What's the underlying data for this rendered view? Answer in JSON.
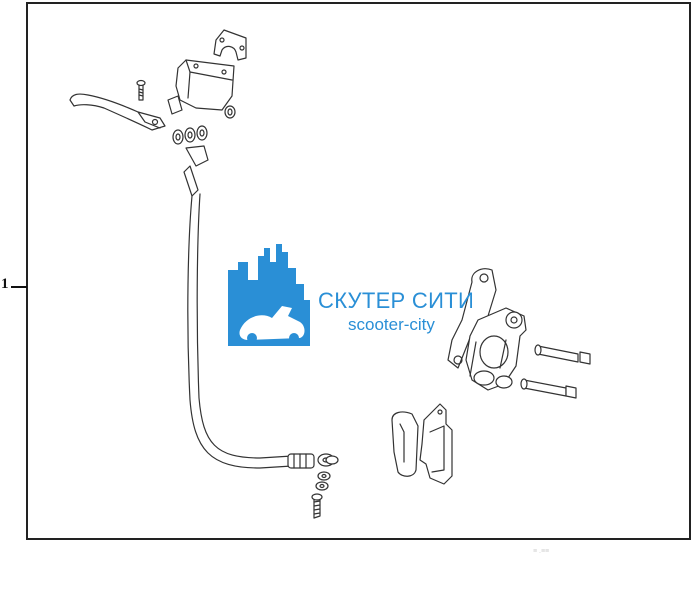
{
  "callout": {
    "number": "1"
  },
  "watermark": {
    "title": "СКУТЕР СИТИ",
    "subtitle": "scooter-city",
    "brand_color": "#2a8fd6"
  },
  "parts": [
    "brake-lever-icon",
    "lever-pivot-bolt-icon",
    "master-cylinder-icon",
    "master-cylinder-clamp-icon",
    "banjo-washers-icon",
    "brake-hose-icon",
    "banjo-bolt-icon",
    "brake-caliper-icon",
    "caliper-mount-bolts-icon",
    "brake-pads-icon"
  ],
  "footer_mark": "≡ .≡≡"
}
